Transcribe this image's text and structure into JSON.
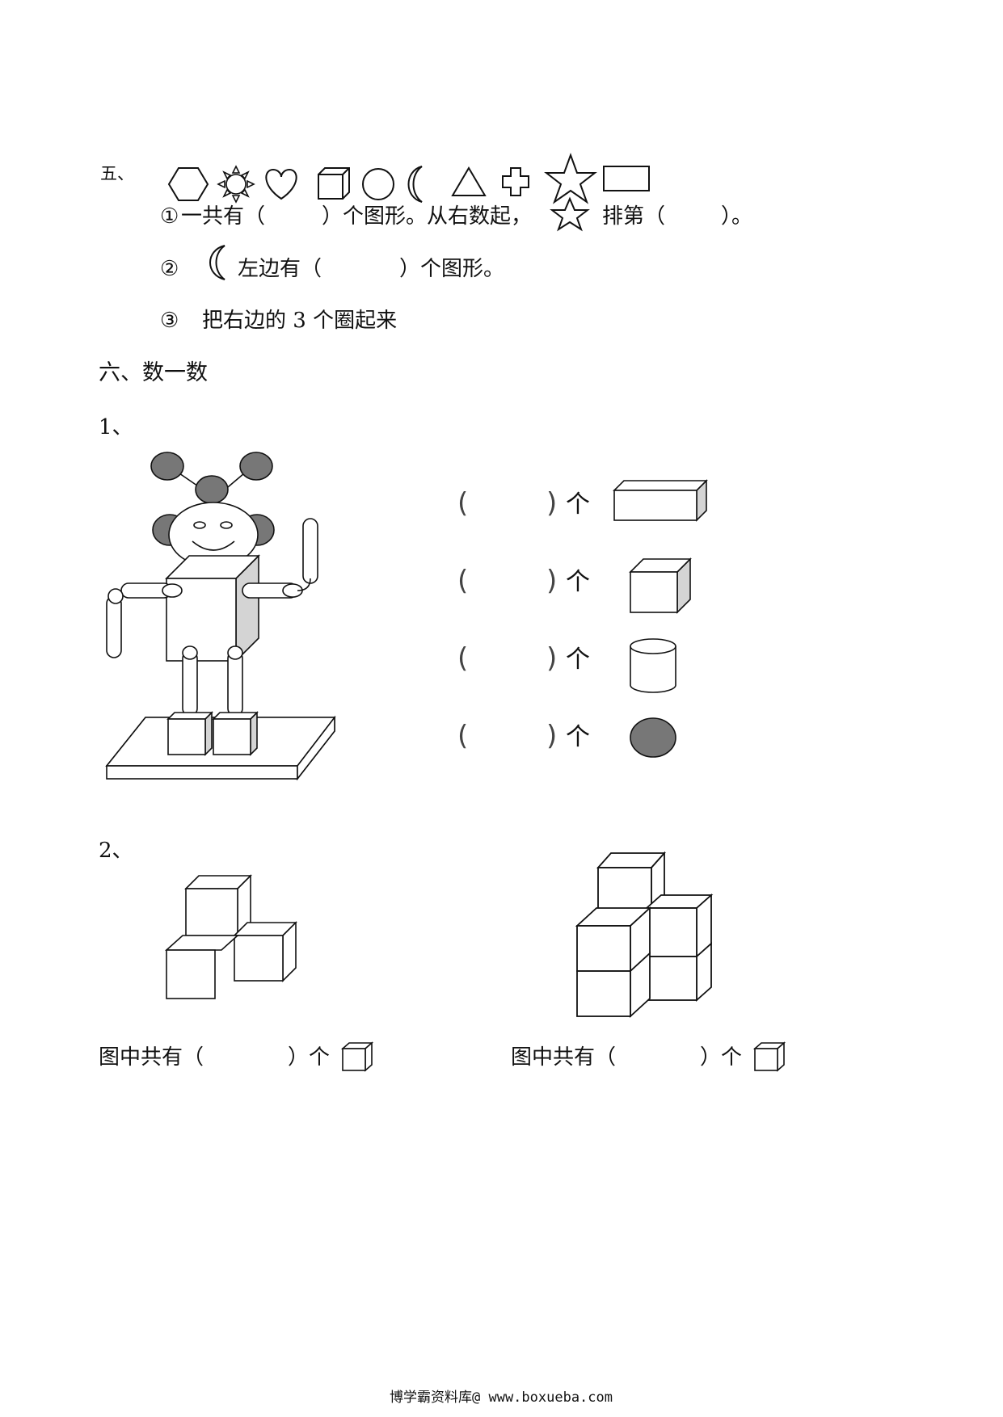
{
  "section5": {
    "label": "五、",
    "q1": {
      "num": "①",
      "part1": "一共有（",
      "part2": "）个图形。从右数起，",
      "part3": "排第（",
      "part4": "）。"
    },
    "q2": {
      "num": "②",
      "part1": "左边有（",
      "part2": "）个图形。"
    },
    "q3": {
      "num": "③",
      "text": "把右边的 3 个圈起来"
    },
    "shape_row_icons": [
      "hexagon-icon",
      "sun-icon",
      "heart-icon",
      "cube-icon",
      "circle-icon",
      "crescent-moon-icon",
      "triangle-icon",
      "cross-icon",
      "star-icon",
      "rectangle-icon"
    ]
  },
  "section6": {
    "title": "六、数一数",
    "part1_label": "1、",
    "count_rows": [
      {
        "paren_left": "(",
        "paren_right": ")",
        "unit": "个",
        "shape": "cuboid-icon"
      },
      {
        "paren_left": "(",
        "paren_right": ")",
        "unit": "个",
        "shape": "cube-icon"
      },
      {
        "paren_left": "(",
        "paren_right": ")",
        "unit": "个",
        "shape": "cylinder-icon"
      },
      {
        "paren_left": "(",
        "paren_right": ")",
        "unit": "个",
        "shape": "sphere-icon"
      }
    ],
    "part2_label": "2、",
    "answers": [
      {
        "part1": "图中共有（",
        "part2": "）个"
      },
      {
        "part1": "图中共有（",
        "part2": "）个"
      }
    ]
  },
  "footer": {
    "text": "博学霸资料库@ www.boxueba.com"
  }
}
